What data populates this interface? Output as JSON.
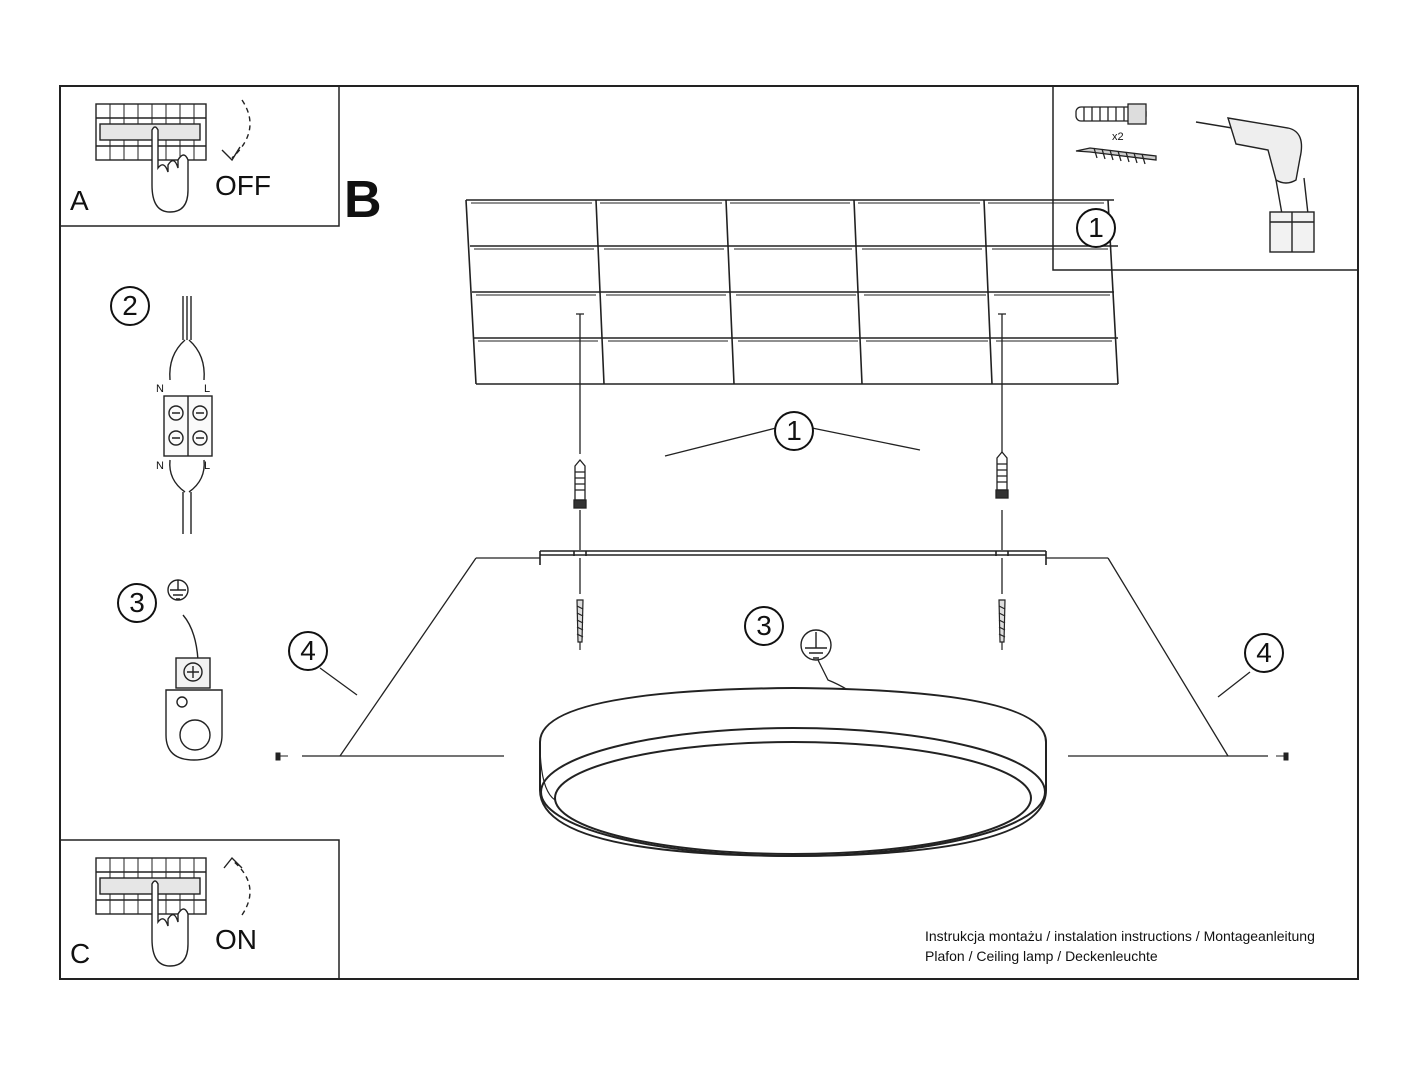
{
  "panel_a": {
    "letter": "A",
    "action": "OFF"
  },
  "panel_b": {
    "letter": "B"
  },
  "panel_c": {
    "letter": "C",
    "action": "ON"
  },
  "tools": {
    "step": "1",
    "quantity": "x2"
  },
  "wiring": {
    "step": "2",
    "neutral": "N",
    "live": "L"
  },
  "ground": {
    "step": "3"
  },
  "callouts": {
    "mount_step": "1",
    "ground_step": "3",
    "screw_left": "4",
    "screw_right": "4"
  },
  "footer": {
    "line1": "Instrukcja montażu / instalation instructions / Montageanleitung",
    "line2": "Plafon / Ceiling lamp / Deckenleuchte"
  }
}
